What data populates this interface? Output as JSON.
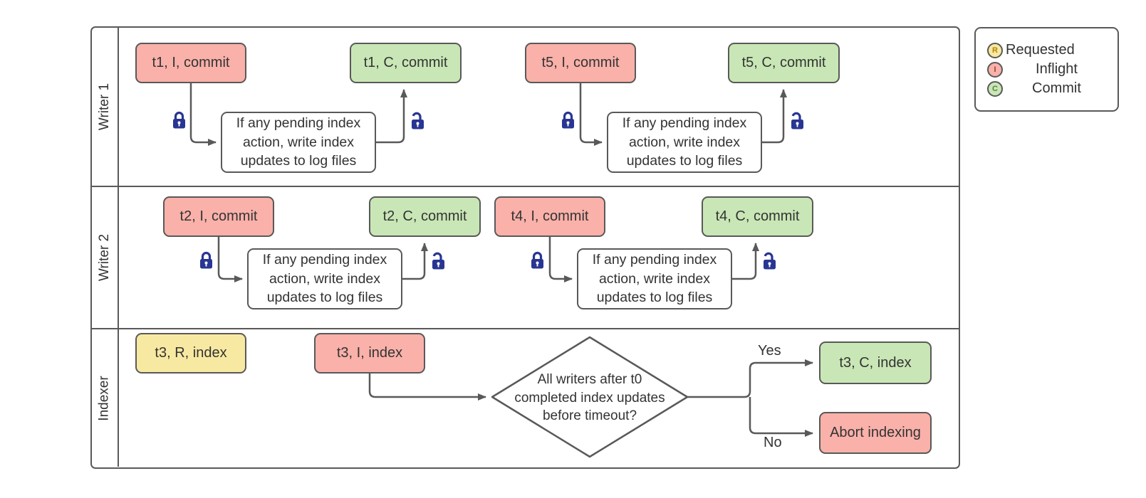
{
  "colors": {
    "inflight": "#F9B1AA",
    "commit": "#C9E7B6",
    "requested": "#F8E9A2",
    "line": "#595959",
    "lock": "#283593"
  },
  "lanes": [
    {
      "label": "Writer 1"
    },
    {
      "label": "Writer 2"
    },
    {
      "label": "Indexer"
    }
  ],
  "writer1": {
    "flow1": {
      "inflight": "t1, I, commit",
      "process": "If any pending index action, write index updates to log files",
      "commit": "t1, C, commit"
    },
    "flow2": {
      "inflight": "t5, I, commit",
      "process": "If any pending index action, write index updates to log files",
      "commit": "t5, C, commit"
    }
  },
  "writer2": {
    "flow1": {
      "inflight": "t2, I, commit",
      "process": "If any pending index action, write index updates to log files",
      "commit": "t2, C, commit"
    },
    "flow2": {
      "inflight": "t4, I, commit",
      "process": "If any pending index action, write index updates to log files",
      "commit": "t4, C, commit"
    }
  },
  "indexer": {
    "requested": "t3, R, index",
    "inflight": "t3, I, index",
    "decision": "All writers after t0 completed index updates before timeout?",
    "yes": "Yes",
    "no": "No",
    "commit": "t3, C, index",
    "abort": "Abort indexing"
  },
  "legend": {
    "items": [
      {
        "letter": "R",
        "label": "Requested"
      },
      {
        "letter": "I",
        "label": "Inflight"
      },
      {
        "letter": "C",
        "label": "Commit"
      }
    ]
  }
}
